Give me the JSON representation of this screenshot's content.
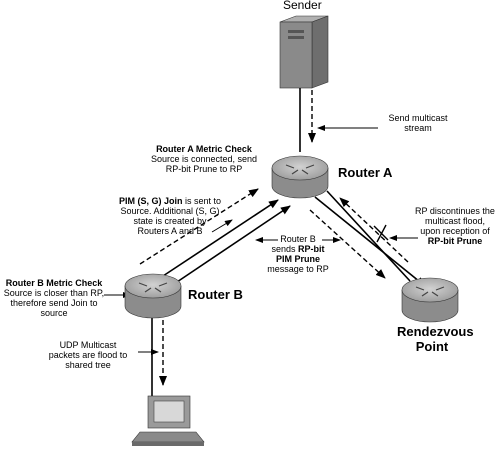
{
  "nodes": {
    "sender": "Sender",
    "router_a": "Router A",
    "router_b": "Router B",
    "rp_line1": "Rendezvous",
    "rp_line2": "Point"
  },
  "notes": {
    "send_stream": [
      "Send multicast",
      "stream"
    ],
    "a_metric": {
      "title": "Router A Metric Check",
      "lines": [
        "Source is connected, send",
        "RP-bit Prune to RP"
      ]
    },
    "pim_join": {
      "title": "PIM (S, G) Join",
      "title_rest": " is sent to",
      "lines": [
        "Source. Additional (S, G)",
        "state is created by",
        "Routers A and B"
      ]
    },
    "rp_discontinues": {
      "lines": [
        "RP discontinues the",
        "multicast flood,",
        "upon reception of"
      ],
      "bold_line": "RP-bit Prune"
    },
    "b_sends": {
      "line1": "Router B",
      "line2_plain": "sends ",
      "line2_bold": "RP-bit",
      "line3_bold": "PIM Prune",
      "line4": "message to RP"
    },
    "b_metric": {
      "title": "Router B Metric Check",
      "lines": [
        "Source is closer than RP,",
        "therefore send Join to",
        "source"
      ]
    },
    "udp_flood": [
      "UDP Multicast",
      "packets are flood to",
      "shared tree"
    ]
  },
  "colors": {
    "router_body": "#8c8c8c",
    "router_top": "#b4b4b4",
    "server": "#8a8a8a",
    "line": "#000000"
  }
}
